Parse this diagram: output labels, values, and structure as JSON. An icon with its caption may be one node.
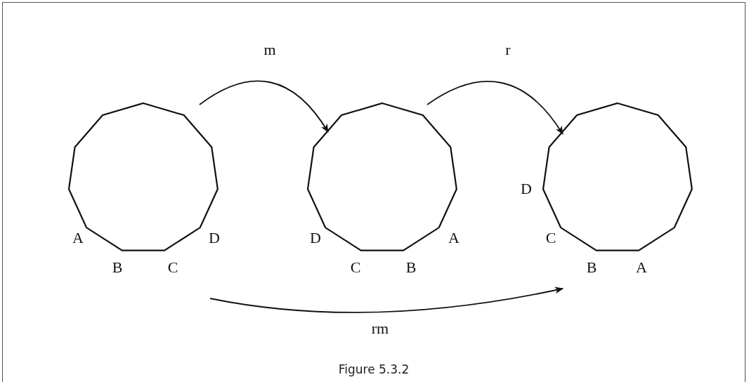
{
  "diagram": {
    "caption": "Figure 5.3.2",
    "nodes": [
      {
        "text": [],
        "shape": "polygon",
        "beside": [
          "A",
          "B",
          "C",
          "D"
        ]
      },
      {
        "text": [],
        "shape": "polygon",
        "beside": [
          "D",
          "C",
          "B",
          "A"
        ]
      },
      {
        "text": [],
        "shape": "polygon",
        "beside": [
          "D",
          "C",
          "B",
          "A"
        ]
      }
    ],
    "edges": [
      {
        "from": 0,
        "to": 1,
        "arrow": "to",
        "label": "m"
      },
      {
        "from": 1,
        "to": 2,
        "arrow": "to",
        "label": "r"
      },
      {
        "from": 0,
        "to": 2,
        "arrow": "to",
        "label": "rm"
      }
    ]
  }
}
